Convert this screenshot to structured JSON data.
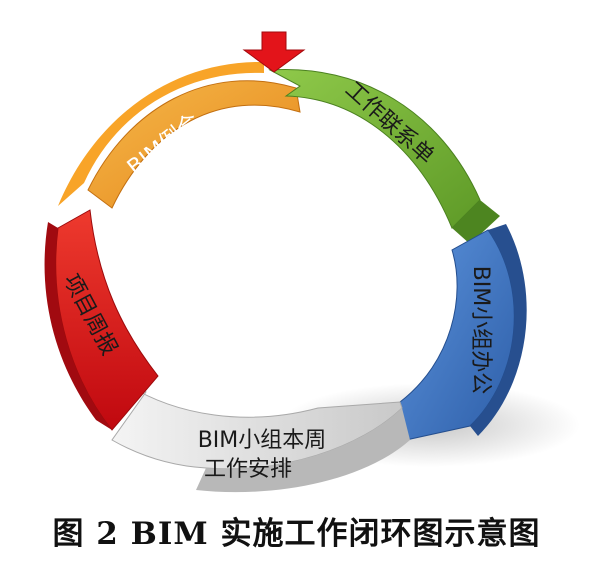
{
  "diagram": {
    "segments": [
      {
        "id": "bim-meeting",
        "label": "BIM例会",
        "color": "#f39a1e"
      },
      {
        "id": "work-contact",
        "label": "工作联系单",
        "color": "#7ab735"
      },
      {
        "id": "bim-group",
        "label": "BIM小组办公",
        "color": "#3f78c8"
      },
      {
        "id": "weekly-work",
        "label": "BIM小组本周工作安排",
        "line1": "BIM小组本周",
        "line2": "工作安排",
        "color": "#d8d8d8"
      },
      {
        "id": "weekly-report",
        "label": "项目周报",
        "color": "#e0161c"
      }
    ],
    "start_arrow_color": "#e3141a"
  },
  "caption": {
    "figure_no": "图 2",
    "text": "BIM 实施工作闭环图示意图"
  }
}
